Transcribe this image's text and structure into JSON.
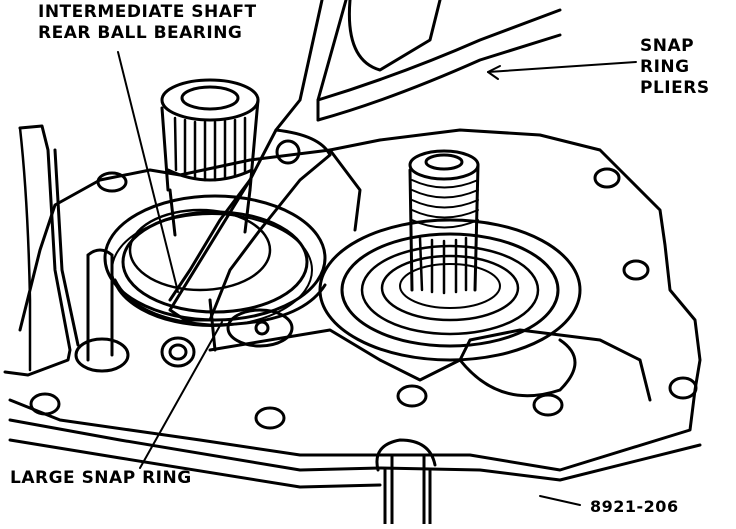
{
  "labels": {
    "bearing_line1": "INTERMEDIATE SHAFT",
    "bearing_line2": "REAR BALL BEARING",
    "pliers_line1": "SNAP",
    "pliers_line2": "RING",
    "pliers_line3": "PLIERS",
    "large_snap_ring": "LARGE SNAP RING",
    "figure_number": "8921-206"
  }
}
